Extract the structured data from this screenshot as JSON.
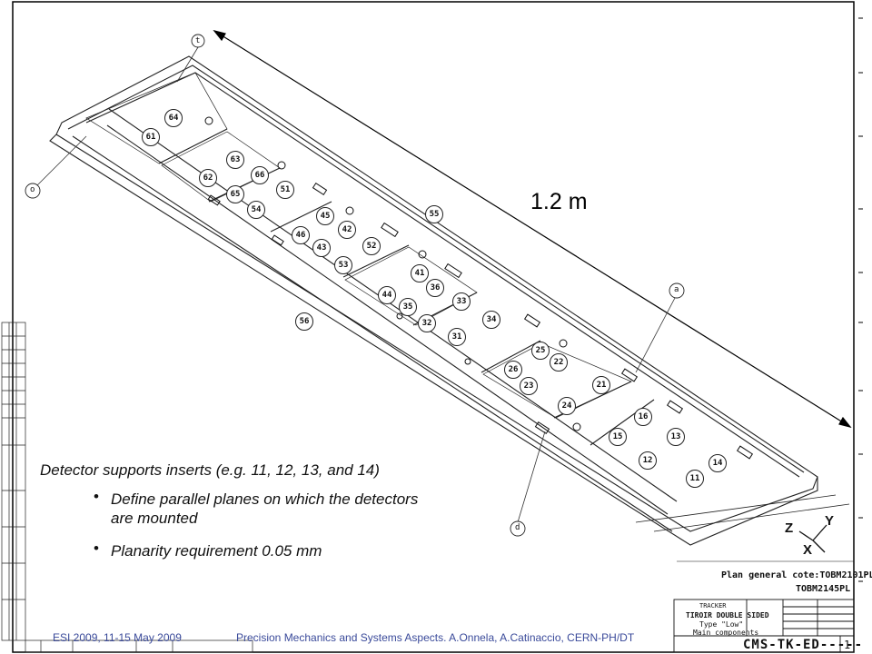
{
  "dimension": {
    "label": "1.2 m"
  },
  "caption": "Detector supports inserts (e.g. 11, 12, 13, and 14)",
  "bullets": [
    "Define parallel planes on which the detectors are mounted",
    "Planarity requirement 0.05 mm"
  ],
  "bullet_line2": "are mounted",
  "footer": {
    "left": "ESI 2009, 11-15 May 2009",
    "right": "Precision Mechanics and Systems Aspects.   A.Onnela, A.Catinaccio, CERN-PH/DT"
  },
  "plan_note": {
    "line1": "Plan general cote:TOBM2101PL",
    "line2": "TOBM2145PL"
  },
  "title_block": {
    "heading": "TRACKER",
    "line1": "TIROIR DOUBLE SIDED",
    "line2": "Type \"Low\"",
    "line3": "Main components",
    "drawing_no": "CMS-TK-ED-----",
    "sheet": "1"
  },
  "axes": {
    "z": "Z",
    "y": "Y",
    "x": "X"
  },
  "view_labels": [
    "t",
    "a",
    "o",
    "d"
  ],
  "part_numbers": [
    "64",
    "61",
    "63",
    "66",
    "62",
    "65",
    "51",
    "54",
    "45",
    "42",
    "46",
    "43",
    "52",
    "53",
    "55",
    "41",
    "36",
    "44",
    "35",
    "33",
    "56",
    "32",
    "31",
    "34",
    "25",
    "22",
    "26",
    "23",
    "21",
    "24",
    "16",
    "15",
    "13",
    "12",
    "14",
    "11"
  ]
}
